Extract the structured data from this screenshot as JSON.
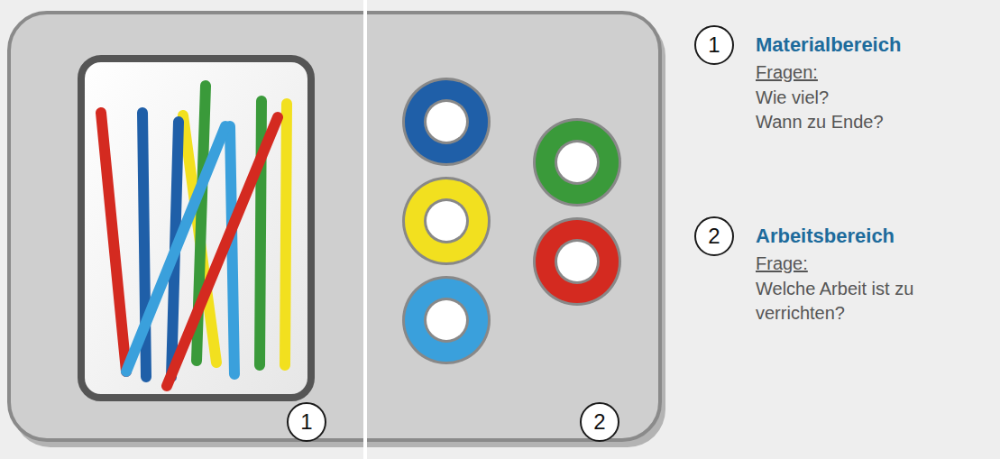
{
  "diagram": {
    "nodes": [
      {
        "text": [
          "1"
        ]
      },
      {
        "text": [
          "2"
        ]
      },
      {
        "text": [
          "1"
        ]
      },
      {
        "text": [
          "2"
        ]
      }
    ],
    "labels": [
      "Materialbereich",
      "Fragen:",
      "Wie viel?",
      "Wann zu Ende?",
      "Arbeitsbereich",
      "Frage:",
      "Welche Arbeit ist zu verrichten?"
    ]
  }
}
